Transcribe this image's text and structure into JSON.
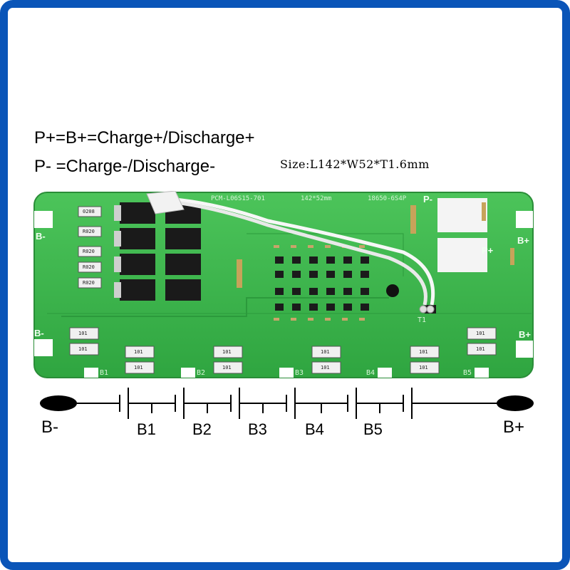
{
  "legend": {
    "line1": "P+=B+=Charge+/Discharge+",
    "line2": "P- =Charge-/Discharge-",
    "size": "Size:L142*W52*T1.6mm"
  },
  "board": {
    "model": "PCM-L06S15-701",
    "dims": "142*52mm",
    "cell_type": "18650-6S4P",
    "p_minus": "P-",
    "p_plus": "P+",
    "b_minus_top": "B-",
    "b_minus_bottom": "B-",
    "b_plus_top": "B+",
    "b_plus_bottom": "B+",
    "pad_b1": "B1",
    "pad_b2": "B2",
    "pad_b3": "B3",
    "pad_b4": "B4",
    "pad_b5": "B5",
    "thermistor": "T1",
    "resistor_code": "101",
    "shunt_codes": [
      "0208",
      "R020",
      "R020",
      "R020",
      "R020"
    ],
    "colors": {
      "pcb": "#39b54a",
      "border": "#0a55b8"
    }
  },
  "schematic": {
    "terminal_neg": "B-",
    "terminal_pos": "B+",
    "cells": [
      "B1",
      "B2",
      "B3",
      "B4",
      "B5"
    ]
  }
}
